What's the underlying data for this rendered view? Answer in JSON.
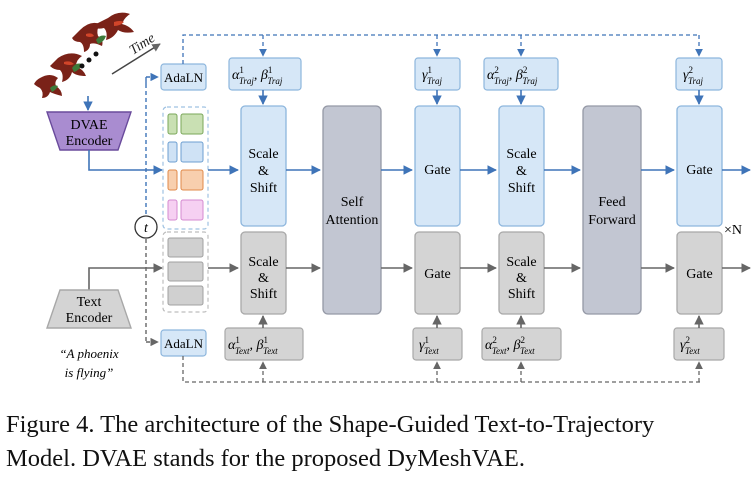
{
  "diagram": {
    "time_label": "Time",
    "dvae_encoder": [
      "DVAE",
      "Encoder"
    ],
    "text_encoder": [
      "Text",
      "Encoder"
    ],
    "prompt": [
      "“A phoenix",
      "is flying”"
    ],
    "timestep": "t",
    "adaln_top": "AdaLN",
    "adaln_bottom": "AdaLN",
    "params_top": {
      "p1": [
        "α",
        "1",
        "Traj",
        ", β",
        "1",
        "Traj"
      ],
      "p2": [
        "γ",
        "1",
        "Traj"
      ],
      "p3": [
        "α",
        "2",
        "Traj",
        ", β",
        "2",
        "Traj"
      ],
      "p4": [
        "γ",
        "2",
        "Traj"
      ]
    },
    "params_bottom": {
      "p1": [
        "α",
        "1",
        "Text",
        ", β",
        "1",
        "Text"
      ],
      "p2": [
        "γ",
        "1",
        "Text"
      ],
      "p3": [
        "α",
        "2",
        "Text",
        ", β",
        "2",
        "Text"
      ],
      "p4": [
        "γ",
        "2",
        "Text"
      ]
    },
    "scale_shift_1": [
      "Scale",
      "&",
      "Shift"
    ],
    "self_attention": [
      "Self",
      "Attention"
    ],
    "gate_1": "Gate",
    "scale_shift_2": [
      "Scale",
      "&",
      "Shift"
    ],
    "feed_forward": [
      "Feed",
      "Forward"
    ],
    "gate_2": "Gate",
    "scale_shift_3": [
      "Scale",
      "&",
      "Shift"
    ],
    "gate_3": "Gate",
    "scale_shift_4": [
      "Scale",
      "&",
      "Shift"
    ],
    "gate_4": "Gate",
    "repeat": "×N"
  },
  "caption": [
    "Figure 4. The architecture of the Shape-Guided Text-to-Trajectory",
    "Model. DVAE stands for the proposed DyMeshVAE."
  ],
  "colors": {
    "blue_fill": "#d6e7f7",
    "blue_stroke": "#8db6dd",
    "gray_fill": "#d4d4d4",
    "gray_stroke": "#a8a8a8",
    "purple_fill": "#a98cd0",
    "purple_stroke": "#6a4b9c",
    "blue_arrow": "#3f74b8",
    "gray_arrow": "#666666"
  }
}
